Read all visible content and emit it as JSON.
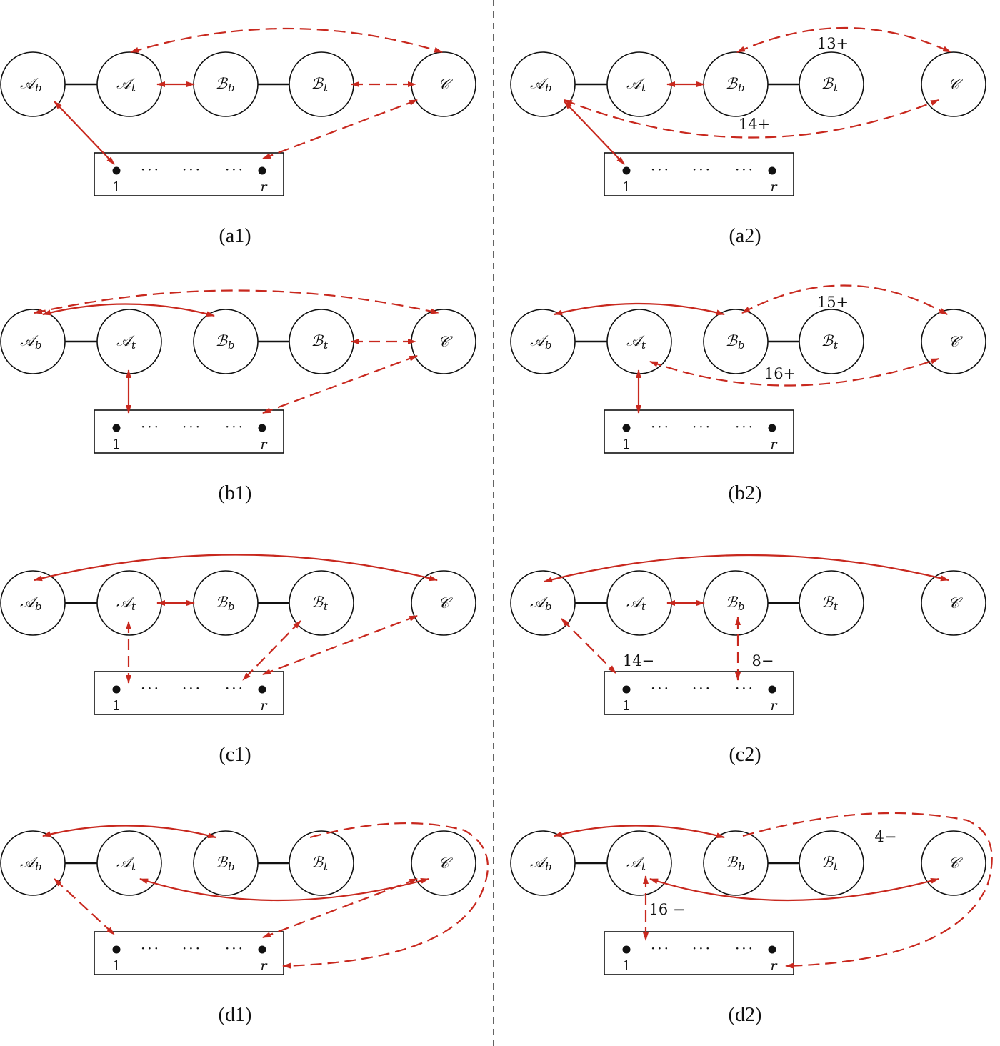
{
  "colors": {
    "arrow": "#c8281e",
    "line": "#111111"
  },
  "nodes": {
    "Ab": {
      "letter": "𝒜",
      "sub": "b"
    },
    "At": {
      "letter": "𝒜",
      "sub": "t"
    },
    "Bb": {
      "letter": "ℬ",
      "sub": "b"
    },
    "Bt": {
      "letter": "ℬ",
      "sub": "t"
    },
    "C": {
      "letter": "𝒞",
      "sub": ""
    }
  },
  "box": {
    "first_label": "1",
    "last_label": "r",
    "ellipsis": "···"
  },
  "panels": [
    {
      "id": "a1",
      "caption": "(a1)",
      "labels": []
    },
    {
      "id": "a2",
      "caption": "(a2)",
      "labels": [
        "13+",
        "14+"
      ]
    },
    {
      "id": "b1",
      "caption": "(b1)",
      "labels": []
    },
    {
      "id": "b2",
      "caption": "(b2)",
      "labels": [
        "15+",
        "16+"
      ]
    },
    {
      "id": "c1",
      "caption": "(c1)",
      "labels": []
    },
    {
      "id": "c2",
      "caption": "(c2)",
      "labels": [
        "14−",
        "8−"
      ]
    },
    {
      "id": "d1",
      "caption": "(d1)",
      "labels": []
    },
    {
      "id": "d2",
      "caption": "(d2)",
      "labels": [
        "4−",
        "16 −"
      ]
    }
  ]
}
